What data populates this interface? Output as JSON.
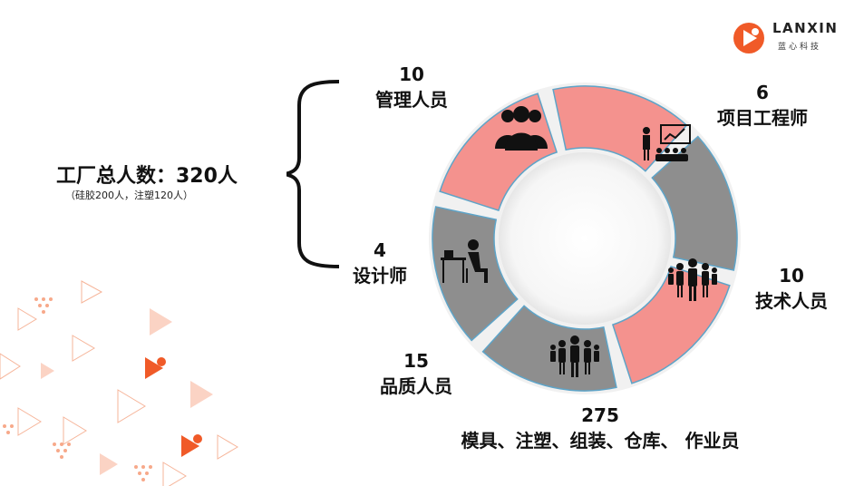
{
  "logo": {
    "name": "LANXIN",
    "sub": "蓝心科技",
    "icon": "play-logo-icon",
    "color": "#f05a28"
  },
  "summary": {
    "title": "工厂总人数：320人",
    "note": "（硅胶200人，注塑120人）"
  },
  "segments": [
    {
      "count": "10",
      "label": "管理人员",
      "icon": "management-group-icon",
      "color": "#f4928e"
    },
    {
      "count": "6",
      "label": "项目工程师",
      "icon": "presentation-icon",
      "color": "#f4928e"
    },
    {
      "count": "10",
      "label": "技术人员",
      "icon": "technicians-group-icon",
      "color": "#8e8e8e"
    },
    {
      "count": "275",
      "label": "模具、注塑、组装、仓库、 作业员",
      "icon": "workers-group-icon",
      "color": "#f4928e"
    },
    {
      "count": "15",
      "label": "品质人员",
      "icon": "quality-staff-icon",
      "color": "#8e8e8e"
    },
    {
      "count": "4",
      "label": "设计师",
      "icon": "designer-desk-icon",
      "color": "#8e8e8e"
    }
  ],
  "colors": {
    "accent": "#f05a28",
    "pink": "#f4928e",
    "gray": "#8e8e8e",
    "edge": "#5ea4c8"
  }
}
